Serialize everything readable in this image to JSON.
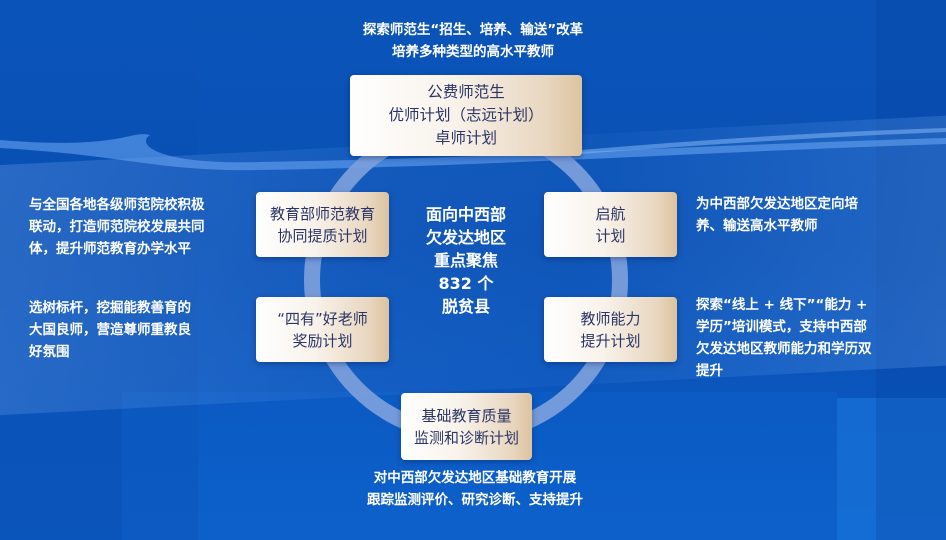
{
  "colors": {
    "background": "#0a52b8",
    "ring": "#7d9fdc",
    "box_text": "#2b3566",
    "box_gradient_start": "#ffffff",
    "box_gradient_end": "#dcc39f",
    "label_text": "#ffffff"
  },
  "center": {
    "lines": [
      "面向中西部",
      "欠发达地区",
      "重点聚焦",
      "832 个",
      "脱贫县"
    ]
  },
  "nodes": {
    "top": {
      "box_lines": [
        "公费师范生",
        "优师计划（志远计划）",
        "卓师计划"
      ],
      "description_lines": [
        "探索师范生“招生、培养、输送”改革",
        "培养多种类型的高水平教师"
      ]
    },
    "left_top": {
      "box_lines": [
        "教育部师范教育",
        "协同提质计划"
      ],
      "description_lines": [
        "与全国各地各级师范院校积极",
        "联动，打造师范院校发展共同",
        "体，提升师范教育办学水平"
      ]
    },
    "left_bottom": {
      "box_lines": [
        "“四有”好老师",
        "奖励计划"
      ],
      "description_lines": [
        "选树标杆，挖掘能教善育的",
        "大国良师，营造尊师重教良",
        "好氛围"
      ]
    },
    "right_top": {
      "box_lines": [
        "启航",
        "计划"
      ],
      "description_lines": [
        "为中西部欠发达地区定向培",
        "养、输送高水平教师"
      ]
    },
    "right_bottom": {
      "box_lines": [
        "教师能力",
        "提升计划"
      ],
      "description_lines": [
        "探索“线上 + 线下”“能力 +",
        "学历”培训模式，支持中西部",
        "欠发达地区教师能力和学历双",
        "提升"
      ]
    },
    "bottom": {
      "box_lines": [
        "基础教育质量",
        "监测和诊断计划"
      ],
      "description_lines": [
        "对中西部欠发达地区基础教育开展",
        "跟踪监测评价、研究诊断、支持提升"
      ]
    }
  }
}
